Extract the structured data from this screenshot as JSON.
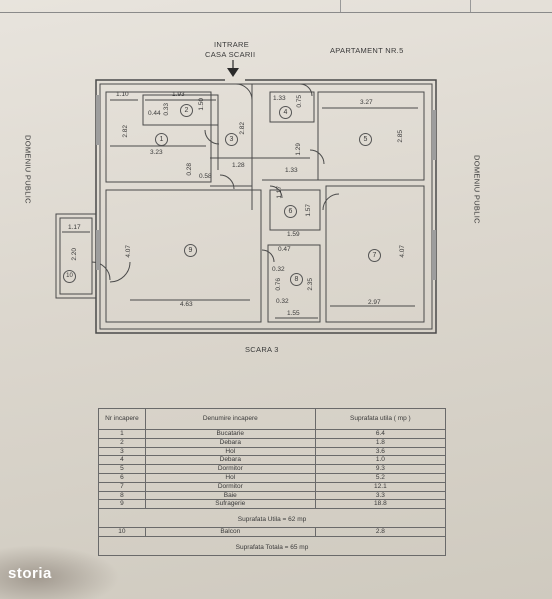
{
  "header": {
    "entrance_line1": "INTRARE",
    "entrance_line2": "CASA SCARII",
    "apartment": "APARTAMENT NR.5",
    "public_left": "DOMENIU PUBLIC",
    "public_right": "DOMENIU PUBLIC",
    "stair": "SCARA 3"
  },
  "room_numbers": [
    "1",
    "2",
    "3",
    "4",
    "5",
    "6",
    "7",
    "8",
    "9",
    "10"
  ],
  "dimensions": {
    "d110": "1.10",
    "d193": "1.93",
    "d044": "0.44",
    "d033": "0.33",
    "d150": "1.50",
    "d282a": "2.82",
    "d323": "3.23",
    "d282b": "2.82",
    "d128": "1.28",
    "d058": "0.58",
    "d028": "0.28",
    "d133": "1.33",
    "d075": "0.75",
    "d327": "3.27",
    "d285": "2.85",
    "d133b": "1.33",
    "d129": "1.29",
    "d117a": "1.17",
    "d157": "1.57",
    "d159": "1.59",
    "d117b": "1.17",
    "d220": "2.20",
    "d407a": "4.07",
    "d463": "4.63",
    "d047": "0.47",
    "d032a": "0.32",
    "d076": "0.76",
    "d235": "2.35",
    "d032b": "0.32",
    "d155": "1.55",
    "d407b": "4.07",
    "d297": "2.97"
  },
  "table": {
    "col_nr": "Nr incapere",
    "col_name": "Denumire incapere",
    "col_area": "Suprafata utila ( mp )",
    "rows": [
      {
        "nr": "1",
        "name": "Bucatarie",
        "area": "6.4"
      },
      {
        "nr": "2",
        "name": "Debara",
        "area": "1.8"
      },
      {
        "nr": "3",
        "name": "Hol",
        "area": "3.6"
      },
      {
        "nr": "4",
        "name": "Debara",
        "area": "1.0"
      },
      {
        "nr": "5",
        "name": "Dormitor",
        "area": "9.3"
      },
      {
        "nr": "6",
        "name": "Hol",
        "area": "5.2"
      },
      {
        "nr": "7",
        "name": "Dormitor",
        "area": "12.1"
      },
      {
        "nr": "8",
        "name": "Baie",
        "area": "3.3"
      },
      {
        "nr": "9",
        "name": "Sufragerie",
        "area": "18.8"
      }
    ],
    "useful_total": "Suprafata Utila = 62 mp",
    "balcony_row": {
      "nr": "10",
      "name": "Balcon",
      "area": "2.8"
    },
    "grand_total": "Suprafata Totala = 65 mp"
  },
  "watermark": "storia"
}
